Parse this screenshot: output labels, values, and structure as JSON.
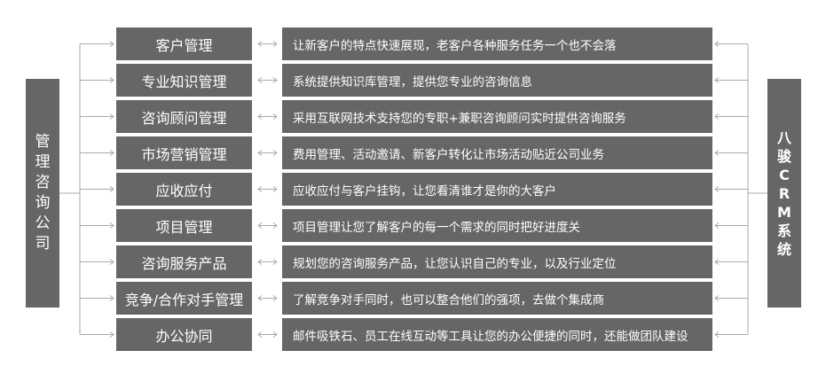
{
  "left_panel": {
    "label": "管理咨询公司"
  },
  "right_panel": {
    "label": "八骏CRM系统"
  },
  "rows": [
    {
      "module": "客户管理",
      "description": "让新客户的特点快速展现，老客户各种服务任务一个也不会落"
    },
    {
      "module": "专业知识管理",
      "description": "系统提供知识库管理，提供您专业的咨询信息"
    },
    {
      "module": "咨询顾问管理",
      "description": "采用互联网技术支持您的专职+兼职咨询顾问实时提供咨询服务"
    },
    {
      "module": "市场营销管理",
      "description": "费用管理、活动邀请、新客户转化让市场活动贴近公司业务"
    },
    {
      "module": "应收应付",
      "description": "应收应付与客户挂钩，让您看清谁才是你的大客户"
    },
    {
      "module": "项目管理",
      "description": "项目管理让您了解客户的每一个需求的同时把好进度关"
    },
    {
      "module": "咨询服务产品",
      "description": "规划您的咨询服务产品，让您认识自己的专业，以及行业定位"
    },
    {
      "module": "竞争/合作对手管理",
      "description": "了解竞争对手同时，也可以整合他们的强项，去做个集成商"
    },
    {
      "module": "办公协同",
      "description": "邮件吸铁石、员工在线互动等工具让您的办公便捷的同时，还能做团队建设"
    }
  ]
}
